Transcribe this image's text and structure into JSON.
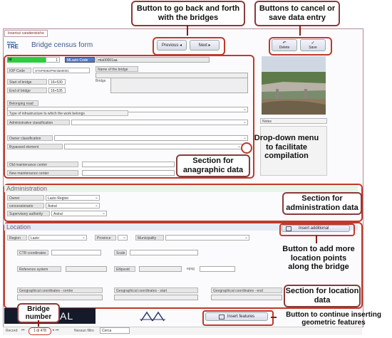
{
  "window": {
    "tab_label": "Inserisci caratteristiche"
  },
  "brand": {
    "logo_top": "ROMA",
    "logo_bottom": "TRE",
    "form_title": "Bridge census form"
  },
  "nav": {
    "previous_label": "Previous ◂",
    "next_label": "Next ▸"
  },
  "actions": {
    "delete_label": "Delete",
    "save_label": "Save",
    "delete_icon": "↶",
    "save_icon": "✓"
  },
  "header_fields": {
    "id_label": "Id",
    "id_value": "1",
    "mlazio_label": "MLazio Code",
    "mlazio_value": "mla00001aa",
    "iop_label": "IOP Code",
    "iop_value": "STSP0062PNmla00001",
    "name_label": "Name of the bridge",
    "start_label": "Start of bridge",
    "start_value": "16+530",
    "end_label": "End of bridge",
    "end_value": "16+535",
    "bridge_label": "Bridge"
  },
  "anagraphic": {
    "belonging_road": "Belonging road",
    "infra_type": "Type of infrastructure to which the work belongs",
    "admin_class": "Administrative classification",
    "owner_class": "Owner classification",
    "bypassed": "Bypassed element",
    "old_maint": "Old maintenance center",
    "new_maint": "New maintenance center"
  },
  "notes_label": "Notes",
  "administration": {
    "title": "Administration",
    "owner_label": "Owner",
    "owner_value": "Lazio Region",
    "conc_label": "concessionario",
    "conc_value": "Astral",
    "sup_label": "Supervisory authority",
    "sup_value": "Astral"
  },
  "location": {
    "title": "Location",
    "region_label": "Region",
    "region_value": "Lazio",
    "province_label": "Province",
    "municipality_label": "Municipality",
    "insert_additional": "Insert additional",
    "ctr_label": "CTR coordinates",
    "scale_label": "Scale",
    "ref_label": "Reference system",
    "ellipsoid_label": "Ellipsoid",
    "epsg_label": "epsg",
    "geo_centre": "Geographical coordinates - centre",
    "geo_start": "Geographical coordinates - start",
    "geo_end": "Geographical coordinates - end"
  },
  "footer": {
    "insert_features": "Insert features",
    "record_label": "Record:",
    "record_value": "1 di 478",
    "filter_label": "Nessun filtro",
    "search_label": "Cerca",
    "logo_fragment": "AL"
  },
  "callouts": {
    "nav": "Button to go back and forth with the bridges",
    "cancel_save": "Buttons to cancel or save data entry",
    "dropdown": "Drop-down menu to facilitate compilation",
    "anagraphic": "Section for anagraphic data",
    "administration": "Section for administration data",
    "add_location": "Button to add more location points along the bridge",
    "location": "Section for location data",
    "bridge_number": "Bridge number",
    "continue": "Button to continue inserting geometric features"
  },
  "colors": {
    "accent_red": "#c0392b",
    "section_green": "#2ecc40",
    "form_border": "#b58a9a"
  }
}
